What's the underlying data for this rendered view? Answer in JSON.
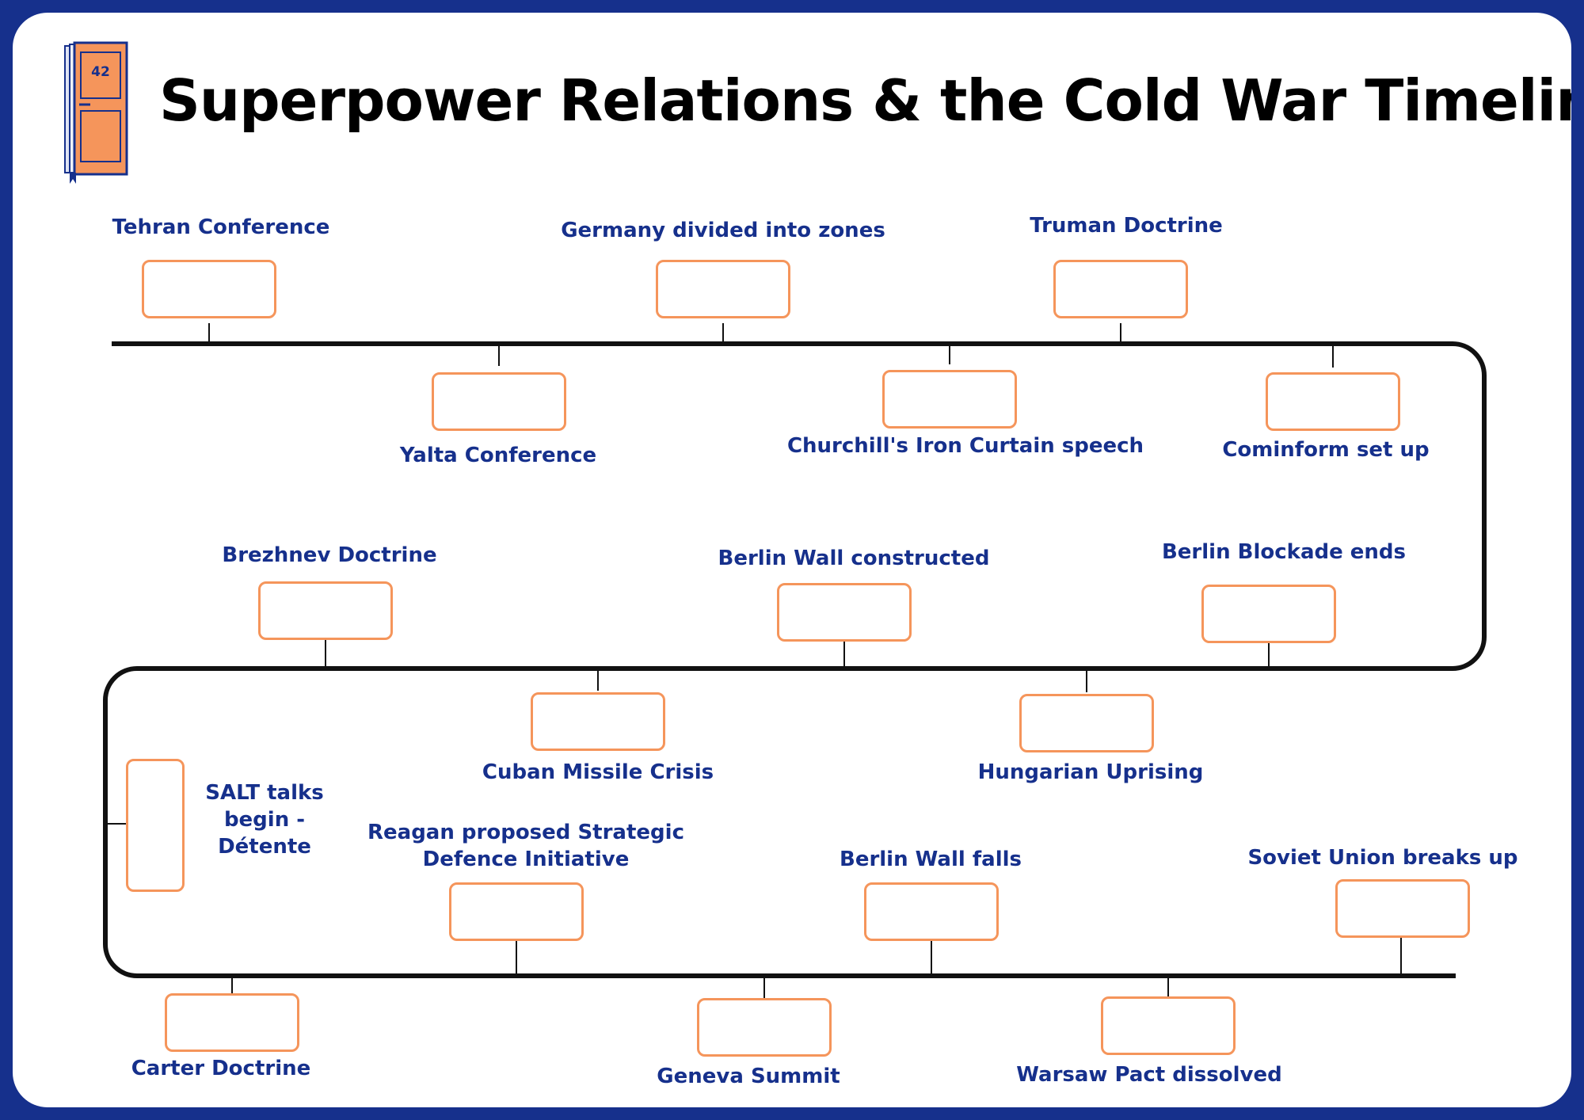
{
  "title": "Superpower Relations & the Cold War Timeline",
  "logo": {
    "icon": "door-book-icon",
    "number": "42"
  },
  "colors": {
    "navy": "#16308c",
    "orange": "#f5955b",
    "line": "#111111"
  },
  "events": [
    {
      "id": "tehran",
      "label": "Tehran Conference"
    },
    {
      "id": "yalta",
      "label": "Yalta Conference"
    },
    {
      "id": "germany-zones",
      "label": "Germany divided into zones"
    },
    {
      "id": "iron-curtain",
      "label": "Churchill's Iron Curtain speech"
    },
    {
      "id": "truman",
      "label": "Truman Doctrine"
    },
    {
      "id": "cominform",
      "label": "Cominform set up"
    },
    {
      "id": "blockade-ends",
      "label": "Berlin Blockade ends"
    },
    {
      "id": "hungarian",
      "label": "Hungarian Uprising"
    },
    {
      "id": "wall-constructed",
      "label": "Berlin Wall constructed"
    },
    {
      "id": "cuban",
      "label": "Cuban Missile Crisis"
    },
    {
      "id": "brezhnev",
      "label": "Brezhnev Doctrine"
    },
    {
      "id": "salt",
      "label": "SALT talks begin - Détente"
    },
    {
      "id": "carter",
      "label": "Carter Doctrine"
    },
    {
      "id": "sdi",
      "label": "Reagan proposed Strategic Defence Initiative"
    },
    {
      "id": "geneva",
      "label": "Geneva Summit"
    },
    {
      "id": "wall-falls",
      "label": "Berlin Wall falls"
    },
    {
      "id": "warsaw",
      "label": "Warsaw Pact dissolved"
    },
    {
      "id": "soviet-breakup",
      "label": "Soviet Union breaks up"
    }
  ]
}
